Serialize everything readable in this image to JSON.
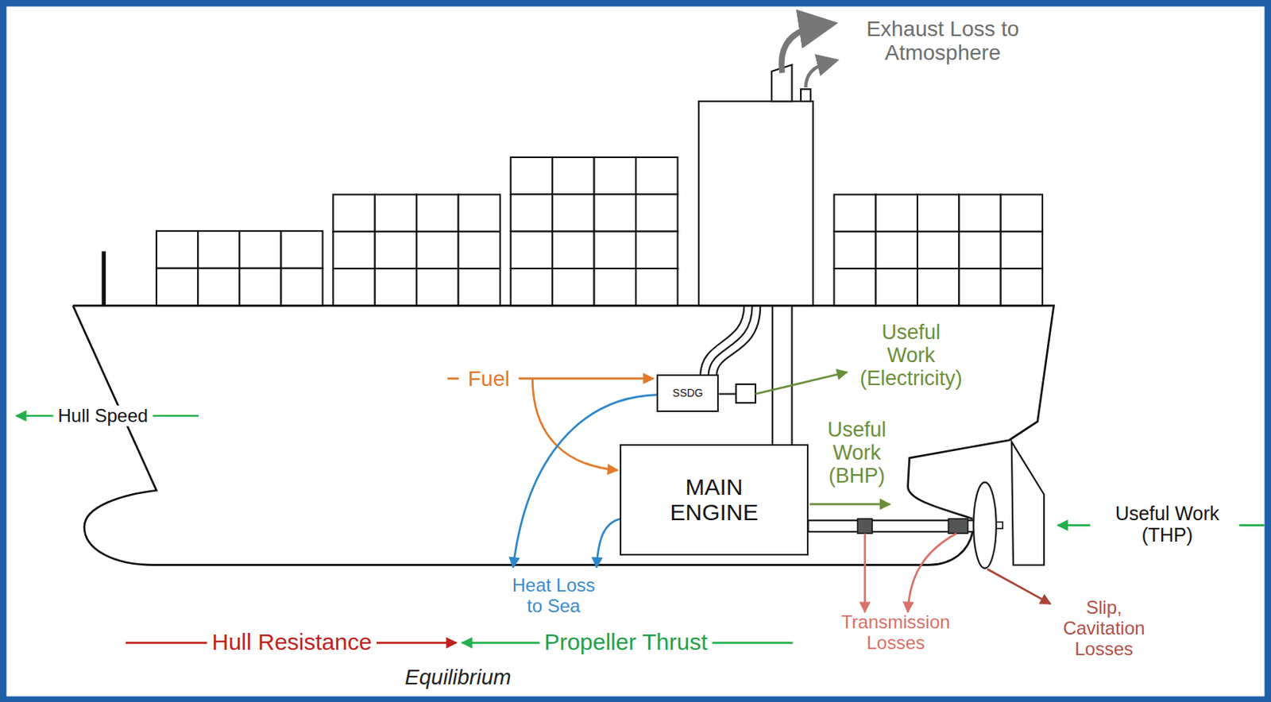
{
  "diagram": {
    "nodes": [
      {
        "text": [
          "SSDG"
        ]
      },
      {
        "text": [
          "MAIN ENGINE"
        ]
      }
    ],
    "labels": [
      "Exhaust Loss to Atmosphere",
      "Fuel",
      "Useful Work (Electricity)",
      "Useful Work (BHP)",
      "Useful Work (THP)",
      "Hull Speed",
      "Heat Loss to Sea",
      "Transmission Losses",
      "Slip, Cavitation Losses",
      "Hull Resistance",
      "Propeller Thrust",
      "Equilibrium"
    ]
  }
}
